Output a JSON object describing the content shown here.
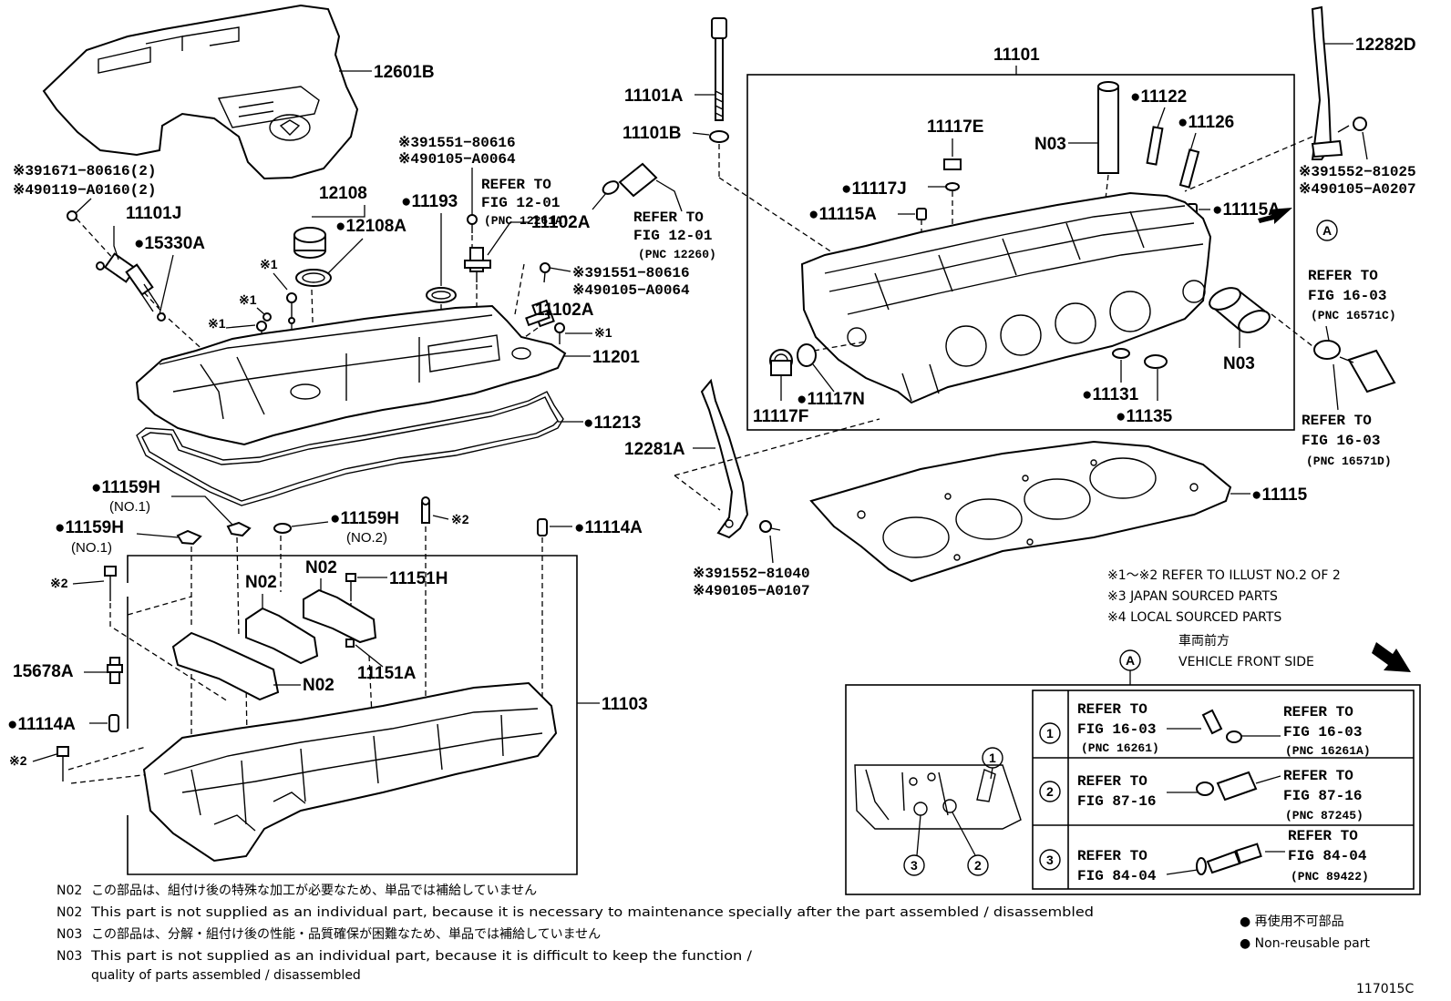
{
  "labels": {
    "p12601B": "12601B",
    "p391671": "※391671−80616(2)",
    "p490119": "※490119−A0160(2)",
    "p11101J": "11101J",
    "p15330A": "●15330A",
    "p12108": "12108",
    "p12108A": "●12108A",
    "p11193": "●11193",
    "p391551a": "※391551−80616",
    "p490105a": "※490105−A0064",
    "refer_fig1201a": "REFER TO",
    "refer_fig1201a_2": "FIG 12-01",
    "refer_fig1201a_pnc": "(PNC 12261A)",
    "refer_fig1201b": "REFER TO",
    "refer_fig1201b_2": "FIG 12-01",
    "refer_fig1201b_pnc": "(PNC 12260)",
    "p11102A_1": "11102A",
    "p391551b": "※391551−80616",
    "p490105b": "※490105−A0064",
    "p11102A_2": "11102A",
    "ast1_a": "※1",
    "ast1_b": "※1",
    "ast1_c": "※1",
    "ast1_d": "※1",
    "p11201": "11201",
    "p11213": "●11213",
    "p11101A": "11101A",
    "p11101B": "11101B",
    "p11101": "11101",
    "p11122": "●11122",
    "p11126": "●11126",
    "p11117E": "11117E",
    "pN03a": "N03",
    "p11117J": "●11117J",
    "p11115A_l": "●11115A",
    "p11115A_r": "●11115A",
    "pN03b": "N03",
    "p11117F": "11117F",
    "p11117N": "●11117N",
    "p11131": "●11131",
    "p11135": "●11135",
    "p12282D": "12282D",
    "p391552a": "※391552−81025",
    "p490105c": "※490105−A0207",
    "refer_1603c": "REFER TO",
    "refer_1603c_2": "FIG 16-03",
    "refer_1603c_pnc": "(PNC 16571C)",
    "refer_1603d": "REFER TO",
    "refer_1603d_2": "FIG 16-03",
    "refer_1603d_pnc": "(PNC 16571D)",
    "p12281A": "12281A",
    "p391552b": "※391552−81040",
    "p490105d": "※490105−A0107",
    "p11115": "●11115",
    "p11159H_no1a": "●11159H",
    "no1a": "(NO.1)",
    "p11159H_no1b": "●11159H",
    "no1b": "(NO.1)",
    "p11159H_no2": "●11159H",
    "no2": "(NO.2)",
    "ast2_a": "※2",
    "p11114A_r": "●11114A",
    "ast2_b": "※2",
    "pN02a": "N02",
    "pN02b": "N02",
    "p11151H": "11151H",
    "p15678A": "15678A",
    "pN02c": "N02",
    "p11151A": "11151A",
    "p11103": "11103",
    "p11114A_l": "●11114A",
    "ast2_c": "※2",
    "circleA_top": "A",
    "circleA_box": "A"
  },
  "legend": {
    "ref_illust": "※1〜※2  REFER TO ILLUST NO.2 OF 2",
    "japan": "※3 JAPAN SOURCED PARTS",
    "local": "※4 LOCAL SOURCED PARTS",
    "vehicle_front_jp": "車両前方",
    "vehicle_front_en": "VEHICLE FRONT SIDE",
    "nonreuse_jp": "● 再使用不可部品",
    "nonreuse_en": "● Non-reusable part"
  },
  "detail_box": {
    "row1": {
      "num": "1",
      "left1": "REFER TO",
      "left2": "FIG 16-03",
      "left3": "(PNC 16261)",
      "right1": "REFER TO",
      "right2": "FIG 16-03",
      "right3": "(PNC 16261A)"
    },
    "row2": {
      "num": "2",
      "left1": "REFER TO",
      "left2": "FIG 87-16",
      "right1": "REFER TO",
      "right2": "FIG 87-16",
      "right3": "(PNC 87245)"
    },
    "row3": {
      "num": "3",
      "left1": "REFER TO",
      "left2": "FIG 84-04",
      "right1": "REFER TO",
      "right2": "FIG 84-04",
      "right3": "(PNC 89422)"
    },
    "callout1": "1",
    "callout2": "2",
    "callout3": "3"
  },
  "notes": [
    {
      "code": "N02",
      "text": "この部品は、組付け後の特殊な加工が必要なため、単品では補給していません"
    },
    {
      "code": "N02",
      "text": "This part is not supplied as an individual part, because it is necessary to maintenance specially after the part assembled / disassembled"
    },
    {
      "code": "N03",
      "text": "この部品は、分解・組付け後の性能・品質確保が困難なため、単品では補給していません"
    },
    {
      "code": "N03",
      "text": "This part is not supplied as an individual part, because it is difficult to keep the function /"
    },
    {
      "code": "",
      "text": "quality of parts  assembled / disassembled"
    }
  ],
  "figure_id": "117015C"
}
